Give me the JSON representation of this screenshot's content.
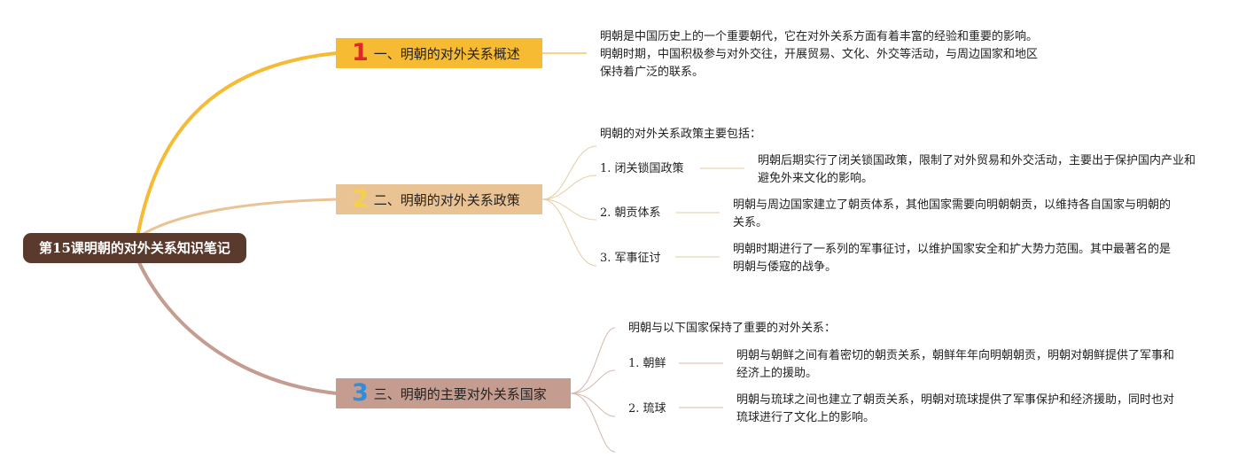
{
  "root": {
    "title": "第15课明朝的对外关系知识笔记"
  },
  "branches": [
    {
      "num": "1",
      "title": "一、明朝的对外关系概述",
      "text": "明朝是中国历史上的一个重要朝代，它在对外关系方面有着丰富的经验和重要的影响。明朝时期，中国积极参与对外交往，开展贸易、文化、外交等活动，与周边国家和地区保持着广泛的联系。"
    },
    {
      "num": "2",
      "title": "二、明朝的对外关系政策",
      "intro": "明朝的对外关系政策主要包括：",
      "items": [
        {
          "num": "1.",
          "label": "闭关锁国政策",
          "desc": "明朝后期实行了闭关锁国政策，限制了对外贸易和外交活动，主要出于保护国内产业和避免外来文化的影响。"
        },
        {
          "num": "2.",
          "label": "朝贡体系",
          "desc": "明朝与周边国家建立了朝贡体系，其他国家需要向明朝朝贡，以维持各自国家与明朝的关系。"
        },
        {
          "num": "3.",
          "label": "军事征讨",
          "desc": "明朝时期进行了一系列的军事征讨，以维护国家安全和扩大势力范围。其中最著名的是明朝与倭寇的战争。"
        }
      ]
    },
    {
      "num": "3",
      "title": "三、明朝的主要对外关系国家",
      "intro": "明朝与以下国家保持了重要的对外关系：",
      "items": [
        {
          "num": "1.",
          "label": "朝鲜",
          "desc": "明朝与朝鲜之间有着密切的朝贡关系，朝鲜年年向明朝朝贡，明朝对朝鲜提供了军事和经济上的援助。"
        },
        {
          "num": "2.",
          "label": "琉球",
          "desc": "明朝与琉球之间也建立了朝贡关系，明朝对琉球提供了军事保护和经济援助，同时也对琉球进行了文化上的影响。"
        }
      ]
    }
  ],
  "colors": {
    "root": "#5b3a2e",
    "branch1": "#f6ba33",
    "branch2": "#eac394",
    "branch3": "#c49c90",
    "num1": "#e3262c",
    "num2": "#f5d04a",
    "num3": "#2f8ed9"
  }
}
